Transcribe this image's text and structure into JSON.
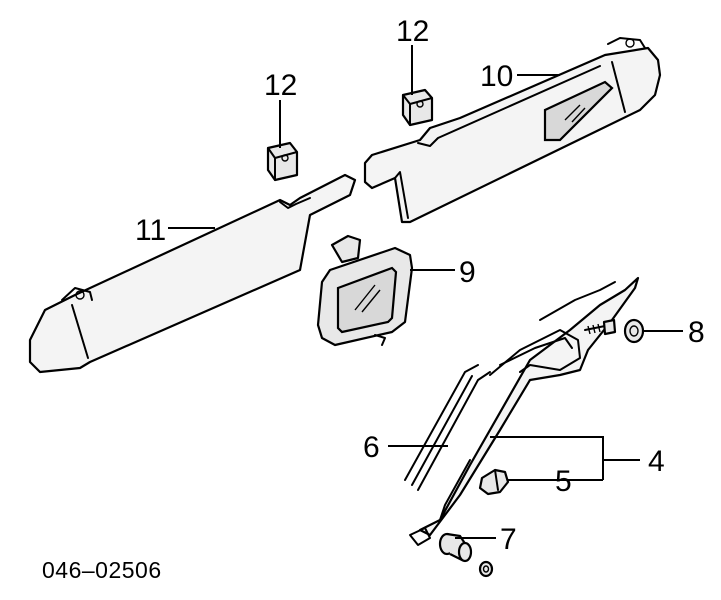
{
  "callouts": {
    "c4": "4",
    "c5": "5",
    "c6": "6",
    "c7": "7",
    "c8": "8",
    "c9": "9",
    "c10": "10",
    "c11": "11",
    "c12a": "12",
    "c12b": "12"
  },
  "diagram_code": "046–02506"
}
